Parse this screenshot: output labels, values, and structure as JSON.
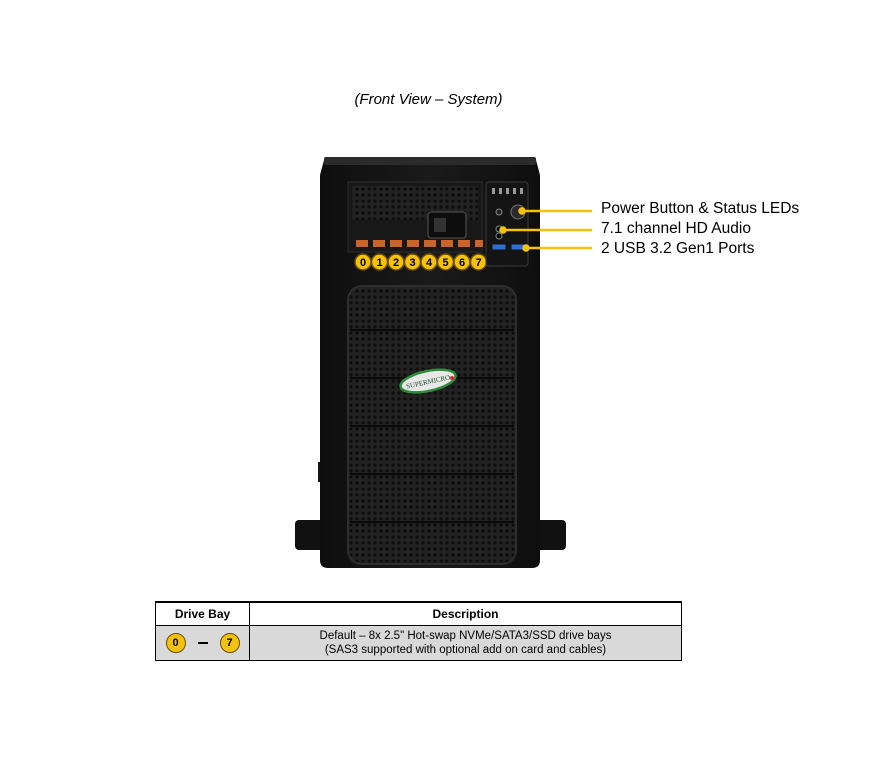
{
  "caption": "(Front View – System)",
  "brand_logo_text": "SUPERMICRO",
  "colors": {
    "callout_line": "#f4c20d",
    "badge_fill": "#f4c20d",
    "chassis": "#1c1c1c"
  },
  "drive_bays": [
    "0",
    "1",
    "2",
    "3",
    "4",
    "5",
    "6",
    "7"
  ],
  "callouts": [
    {
      "label": "Power Button & Status LEDs"
    },
    {
      "label": "7.1 channel HD Audio"
    },
    {
      "label": "2 USB 3.2 Gen1 Ports"
    }
  ],
  "table": {
    "headers": {
      "bay": "Drive Bay",
      "desc": "Description"
    },
    "row": {
      "bay_start": "0",
      "bay_end": "7",
      "desc_line1": "Default – 8x 2.5\" Hot-swap NVMe/SATA3/SSD drive bays",
      "desc_line2": "(SAS3 supported with optional add on card and cables)"
    }
  }
}
